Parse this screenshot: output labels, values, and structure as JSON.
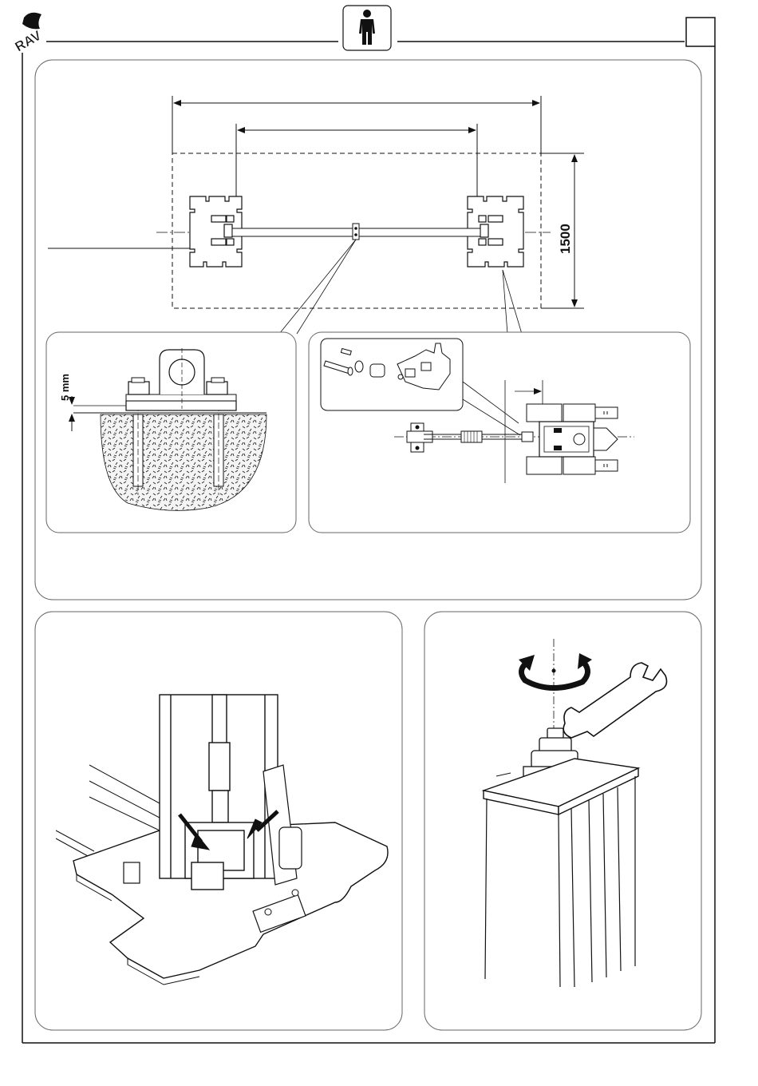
{
  "header": {
    "logo_text": "RAV",
    "icon": "person-operator-icon",
    "corner_box": ""
  },
  "layout_panel": {
    "dimension_1500": "1500"
  },
  "anchor_detail": {
    "gap_label": "5 mm"
  },
  "colors": {
    "line": "#111111",
    "panel_border": "#555555",
    "background": "#ffffff"
  }
}
